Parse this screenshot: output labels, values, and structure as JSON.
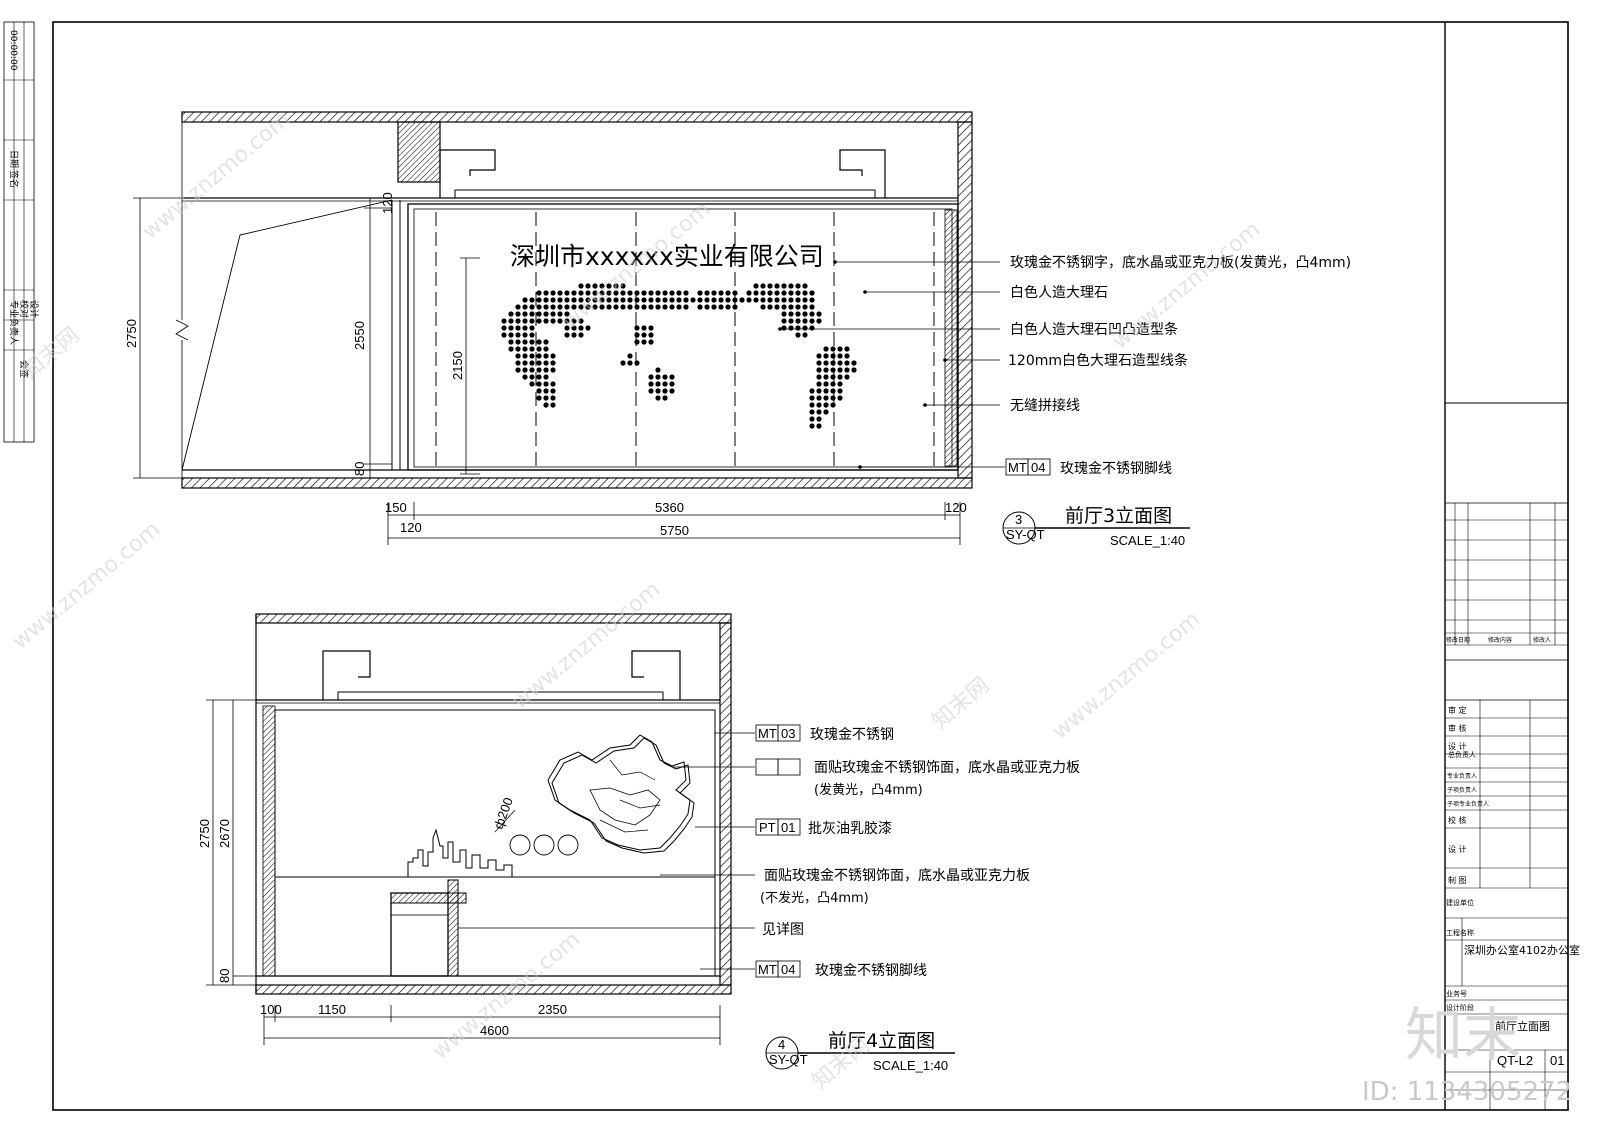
{
  "elev3": {
    "company": "深圳市xxxxxx实业有限公司",
    "callouts": [
      {
        "text": "玫瑰金不锈钢字，底水晶或亚克力板(发黄光，凸4mm)"
      },
      {
        "text": "白色人造大理石"
      },
      {
        "text": "白色人造大理石凹凸造型条"
      },
      {
        "text": "120mm白色大理石造型线条"
      },
      {
        "text": "无缝拼接线"
      },
      {
        "code": "MT",
        "num": "04",
        "text": "玫瑰金不锈钢脚线"
      }
    ],
    "dims": {
      "h_total": "2750",
      "h_wall": "2550",
      "h_logo": "2150",
      "top": "120",
      "base": "80",
      "w_left": "150",
      "w_left2": "120",
      "w_mid": "5360",
      "w_right": "120",
      "w_total": "5750"
    },
    "tag": {
      "num": "3",
      "code": "SY-QT",
      "title": "前厅3立面图",
      "scale": "SCALE_1:40"
    }
  },
  "elev4": {
    "callouts": [
      {
        "code": "MT",
        "num": "03",
        "text": "玫瑰金不锈钢"
      },
      {
        "code": "",
        "num": "",
        "text": "面贴玫瑰金不锈钢饰面，底水晶或亚克力板",
        "text2": "(发黄光，凸4mm)"
      },
      {
        "code": "PT",
        "num": "01",
        "text": "批灰油乳胶漆"
      },
      {
        "code": "",
        "num": "",
        "text": "面贴玫瑰金不锈钢饰面，底水晶或亚克力板",
        "text2": "(不发光，凸4mm)"
      },
      {
        "text": "见详图"
      },
      {
        "code": "MT",
        "num": "04",
        "text": "玫瑰金不锈钢脚线"
      }
    ],
    "dims": {
      "h_total": "2750",
      "h_wall": "2670",
      "base": "80",
      "diameter": "ф200",
      "w_left": "100",
      "w_a": "1150",
      "w_b": "2350",
      "w_total": "4600"
    },
    "tag": {
      "num": "4",
      "code": "SY-QT",
      "title": "前厅4立面图",
      "scale": "SCALE_1:40"
    }
  },
  "titleblock": {
    "rows": [
      "审 定",
      "审 核",
      "设 计",
      "总负责人",
      "专业负责人",
      "子项负责人",
      "子项专业负责人",
      "校 核",
      "设 计",
      "制 图"
    ],
    "unit_label": "建设单位",
    "project_label": "工程名称",
    "project": "深圳办公室4102办公室",
    "job_label": "业务号",
    "stage_label": "设计阶段",
    "drawing": "前厅立面图",
    "drawing_no": "QT-L2",
    "sheet": "01",
    "rev_headers": [
      "修改",
      "日期",
      "修改内容",
      "修改人"
    ]
  },
  "left_strip": [
    "00:00:00",
    "日期",
    "签名",
    "专业负责人",
    "校对",
    "设计",
    "会签"
  ],
  "watermark": {
    "site": "www.znzmo.com",
    "brand": "知末网",
    "logo": "知末",
    "id": "ID: 1134305272"
  }
}
